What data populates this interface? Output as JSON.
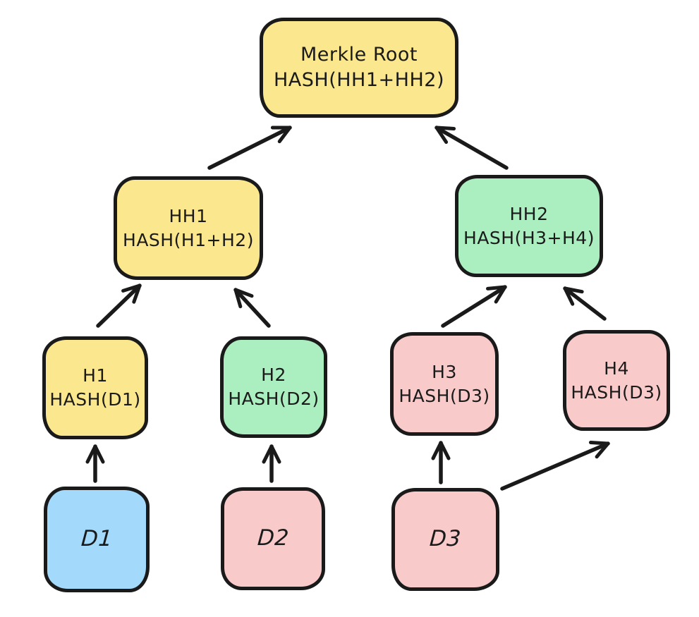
{
  "diagram": {
    "type": "merkle-tree",
    "description": "Merkle tree with three data blocks; D3 is hashed twice (H3 and H4) to pair the odd leaf."
  },
  "palette": {
    "yellow": "#fbe78d",
    "green": "#abefc0",
    "pink": "#f9caca",
    "blue": "#a3d9fb",
    "stroke": "#1a1a1a",
    "text": "#1a1a1a",
    "background": "#ffffff"
  },
  "nodes": {
    "root": {
      "title": "Merkle Root",
      "subtitle": "HASH(HH1+HH2)",
      "color": "yellow"
    },
    "hh1": {
      "title": "HH1",
      "subtitle": "HASH(H1+H2)",
      "color": "yellow"
    },
    "hh2": {
      "title": "HH2",
      "subtitle": "HASH(H3+H4)",
      "color": "green"
    },
    "h1": {
      "title": "H1",
      "subtitle": "HASH(D1)",
      "color": "yellow"
    },
    "h2": {
      "title": "H2",
      "subtitle": "HASH(D2)",
      "color": "green"
    },
    "h3": {
      "title": "H3",
      "subtitle": "HASH(D3)",
      "color": "pink"
    },
    "h4": {
      "title": "H4",
      "subtitle": "HASH(D3)",
      "color": "pink"
    },
    "d1": {
      "title": "D1",
      "color": "blue"
    },
    "d2": {
      "title": "D2",
      "color": "pink"
    },
    "d3": {
      "title": "D3",
      "color": "pink"
    }
  },
  "edges": [
    {
      "from": "hh1",
      "to": "root"
    },
    {
      "from": "hh2",
      "to": "root"
    },
    {
      "from": "h1",
      "to": "hh1"
    },
    {
      "from": "h2",
      "to": "hh1"
    },
    {
      "from": "h3",
      "to": "hh2"
    },
    {
      "from": "h4",
      "to": "hh2"
    },
    {
      "from": "d1",
      "to": "h1"
    },
    {
      "from": "d2",
      "to": "h2"
    },
    {
      "from": "d3",
      "to": "h3"
    },
    {
      "from": "d3",
      "to": "h4"
    }
  ]
}
